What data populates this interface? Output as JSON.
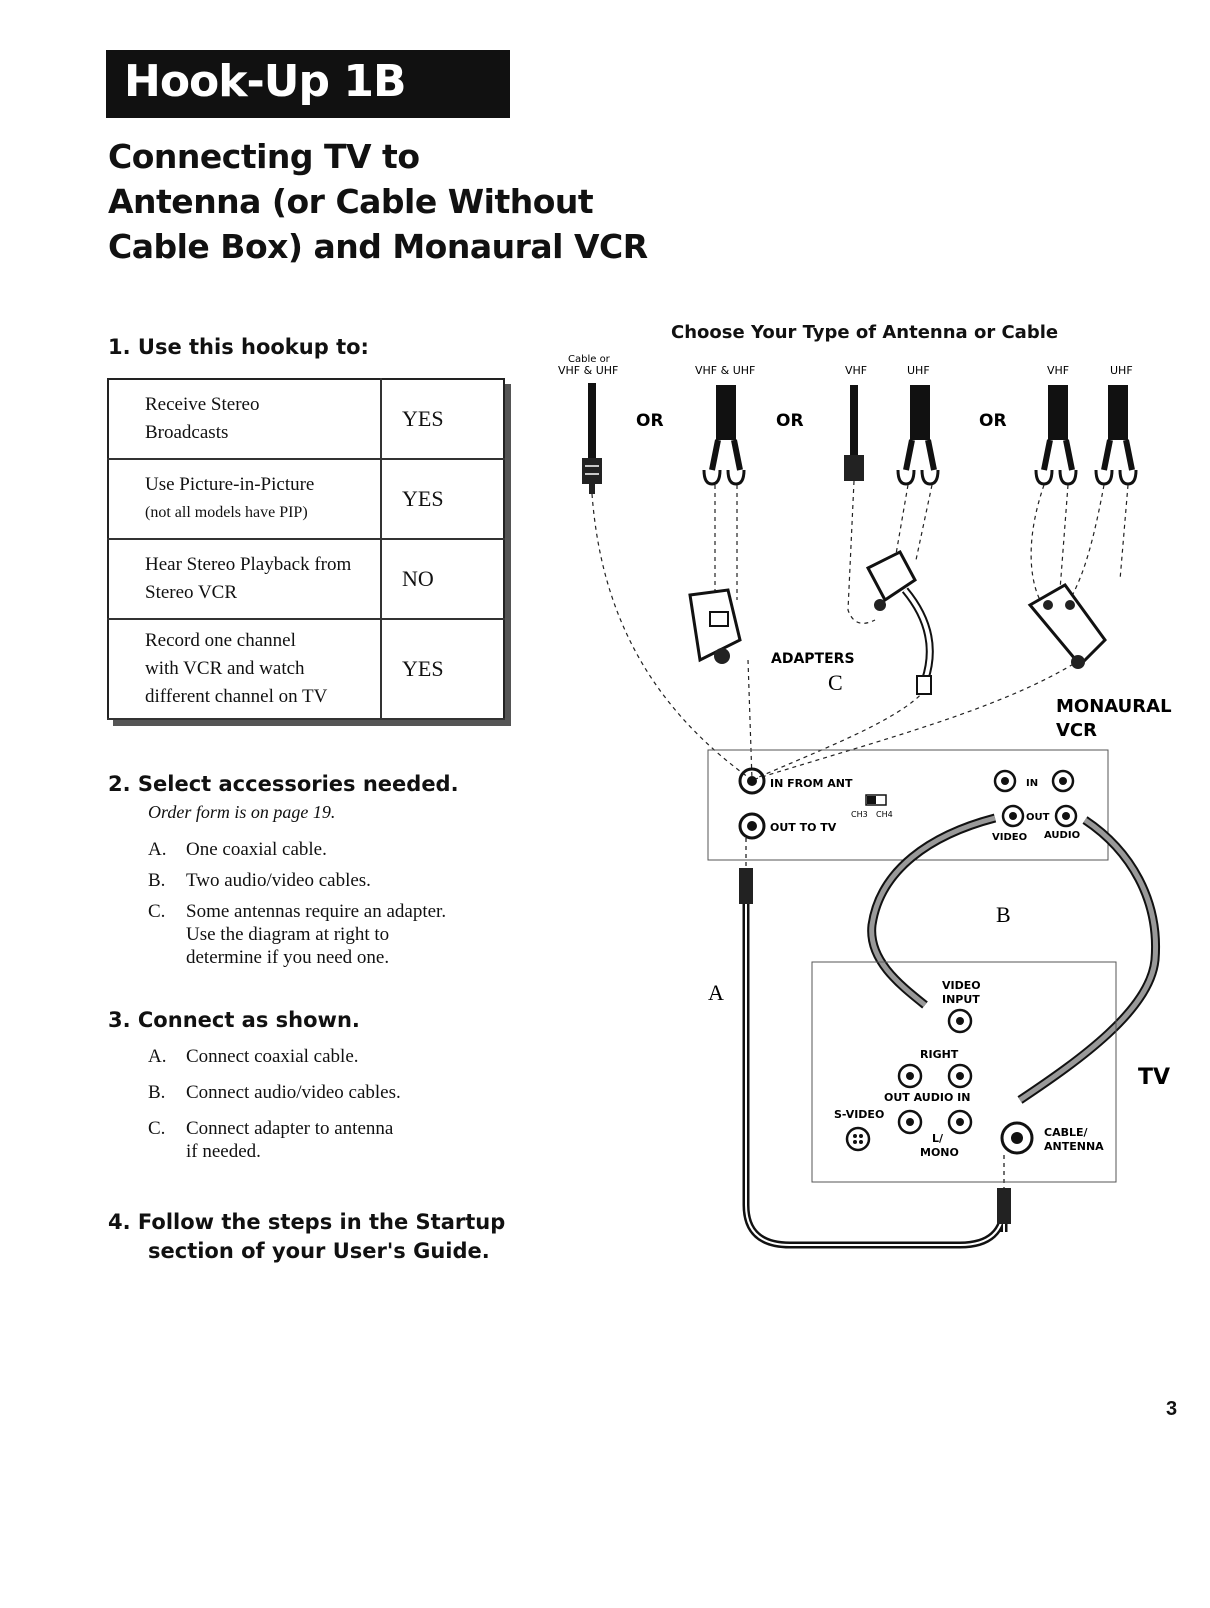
{
  "banner": "Hook-Up 1B",
  "title_lines": [
    "Connecting TV to",
    "Antenna (or Cable Without",
    "Cable Box) and Monaural VCR"
  ],
  "section1": {
    "heading": "1. Use this hookup to:",
    "rows": [
      {
        "lines": [
          "Receive Stereo",
          "Broadcasts"
        ],
        "answer": "YES"
      },
      {
        "lines": [
          "Use Picture-in-Picture",
          "(not all models have PIP)"
        ],
        "answer": "YES"
      },
      {
        "lines": [
          "Hear Stereo Playback from",
          "Stereo VCR"
        ],
        "answer": "NO"
      },
      {
        "lines": [
          "Record one channel",
          "with VCR and watch",
          "different channel on TV"
        ],
        "answer": "YES"
      }
    ]
  },
  "section2": {
    "heading": "2. Select accessories needed.",
    "note": "Order form is on page 19.",
    "items": [
      {
        "letter": "A.",
        "lines": [
          "One coaxial cable."
        ]
      },
      {
        "letter": "B.",
        "lines": [
          "Two audio/video cables."
        ]
      },
      {
        "letter": "C.",
        "lines": [
          "Some antennas require an adapter.",
          "Use the diagram at right to",
          "determine if you need one."
        ]
      }
    ]
  },
  "section3": {
    "heading": "3. Connect as shown.",
    "items": [
      {
        "letter": "A.",
        "lines": [
          "Connect coaxial cable."
        ]
      },
      {
        "letter": "B.",
        "lines": [
          "Connect audio/video cables."
        ]
      },
      {
        "letter": "C.",
        "lines": [
          "Connect adapter to antenna",
          "if needed."
        ]
      }
    ]
  },
  "section4": {
    "lines": [
      "4. Follow the steps in the Startup",
      "section of your User's Guide."
    ]
  },
  "diagram": {
    "heading": "Choose Your Type of Antenna or Cable",
    "cable_or": "Cable or",
    "vhf_uhf": "VHF & UHF",
    "vhf": "VHF",
    "uhf": "UHF",
    "or": "OR",
    "adapters": "ADAPTERS",
    "label_a": "A",
    "label_b": "B",
    "label_c": "C",
    "vcr_name": [
      "MONAURAL",
      "VCR"
    ],
    "in_from_ant": "IN FROM ANT",
    "out_to_tv": "OUT TO TV",
    "ch3": "CH3",
    "ch4": "CH4",
    "in": "IN",
    "out": "OUT",
    "video": "VIDEO",
    "audio": "AUDIO",
    "tv_name": "TV",
    "video_input": [
      "VIDEO",
      "INPUT"
    ],
    "right": "RIGHT",
    "out_audio_in": "OUT AUDIO IN",
    "svideo": "S-VIDEO",
    "l_mono": [
      "L/",
      "MONO"
    ],
    "cable_antenna": [
      "CABLE/",
      "ANTENNA"
    ]
  },
  "page_number": "3"
}
